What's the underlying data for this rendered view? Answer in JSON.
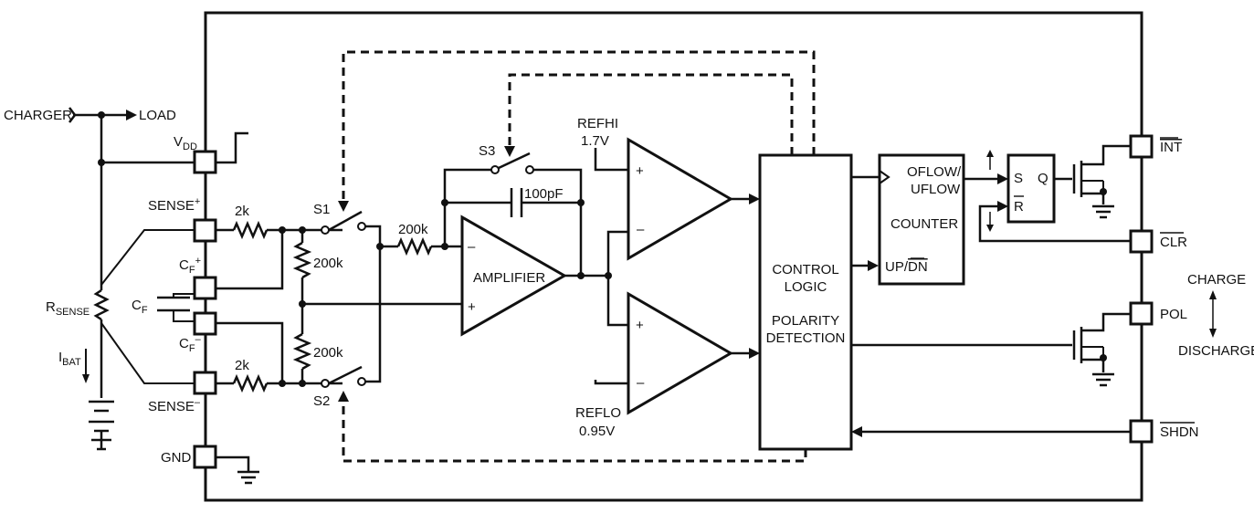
{
  "external": {
    "charger": "CHARGER",
    "load": "LOAD",
    "rsense": "R",
    "rsense_sub": "SENSE",
    "cf": "C",
    "cf_sub": "F",
    "ibat": "I",
    "ibat_sub": "BAT"
  },
  "pins": {
    "vdd": "V",
    "vdd_sub": "DD",
    "sense_plus": "SENSE",
    "sense_plus_sup": "+",
    "cf_plus": "C",
    "cf_plus_sub": "F",
    "cf_plus_sup": "+",
    "cf_minus": "C",
    "cf_minus_sub": "F",
    "cf_minus_sup": "–",
    "sense_minus": "SENSE",
    "sense_minus_sup": "–",
    "gnd": "GND",
    "int": "INT",
    "clr": "CLR",
    "pol": "POL",
    "shdn": "SHDN"
  },
  "components": {
    "r_top": "2k",
    "r_bot": "2k",
    "r_div_top": "200k",
    "r_div_bot": "200k",
    "r_in": "200k",
    "cap": "100pF",
    "s1": "S1",
    "s2": "S2",
    "s3": "S3",
    "amplifier": "AMPLIFIER",
    "amp_minus": "–",
    "amp_plus": "+",
    "refhi": "REFHI",
    "refhi_v": "1.7V",
    "reflo": "REFLO",
    "reflo_v": "0.95V",
    "comp_top_plus": "+",
    "comp_top_minus": "–",
    "comp_bot_plus": "+",
    "comp_bot_minus": "–"
  },
  "logic": {
    "control1": "CONTROL",
    "control2": "LOGIC",
    "polarity1": "POLARITY",
    "polarity2": "DETECTION",
    "oflow": "OFLOW/",
    "uflow": "UFLOW",
    "counter": "COUNTER",
    "updn_up": "UP/",
    "updn_dn": "DN",
    "ff_s": "S",
    "ff_r": "R",
    "ff_q": "Q"
  },
  "side": {
    "charge": "CHARGE",
    "discharge": "DISCHARGE"
  }
}
